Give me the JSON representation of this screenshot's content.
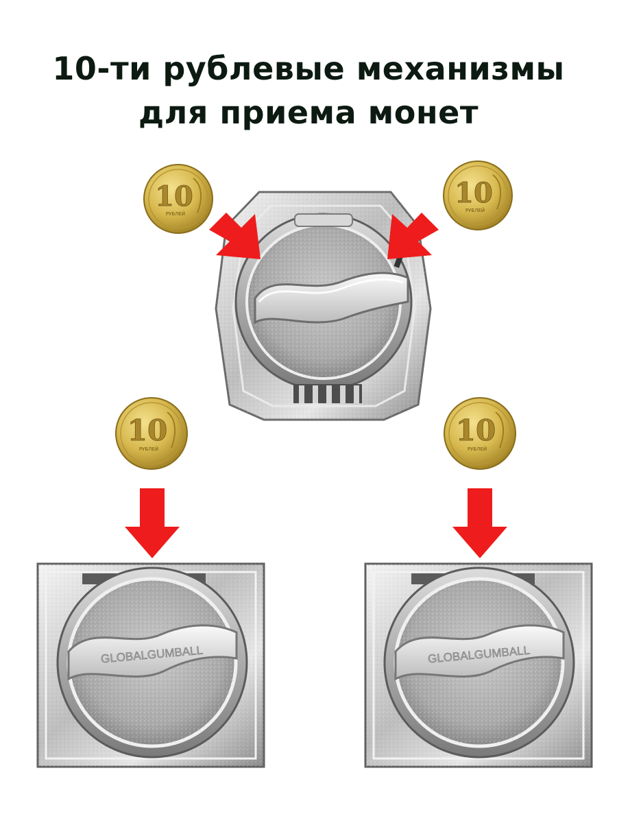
{
  "headline": {
    "line1": "10-ти рублевые механизмы",
    "line2": "для приема монет"
  },
  "mechanisms": [
    {
      "brand": "GLOBALGUMBALL"
    },
    {
      "brand": "GLOBALGUMBALL"
    }
  ],
  "coin": {
    "value": "10",
    "denomination": "РУБЛЕЙ"
  },
  "colors": {
    "headline": "#0c1a12",
    "arrow": "#ee1c1c",
    "coin_gold": "#d7b94f",
    "metal": "#c9c9c9"
  },
  "icons": [
    "coin-icon",
    "red-arrow-icon",
    "coin-mechanism-image"
  ]
}
